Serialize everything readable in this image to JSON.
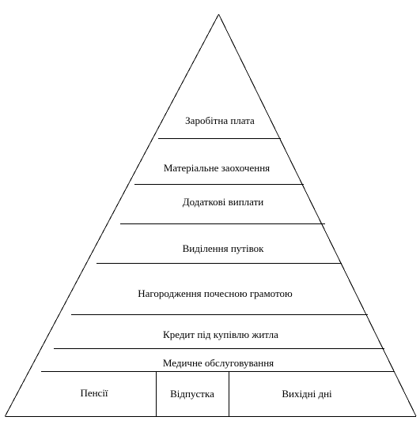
{
  "pyramid": {
    "levels": [
      "Заробітна плата",
      "Матеріальне заохочення",
      "Додаткові виплати",
      "Виділення путівок",
      "Нагородження почесною грамотою",
      "Кредит під купівлю житла",
      "Медичне обслуговування"
    ],
    "base": [
      "Пенсії",
      "Відпустка",
      "Вихідні дні"
    ]
  }
}
